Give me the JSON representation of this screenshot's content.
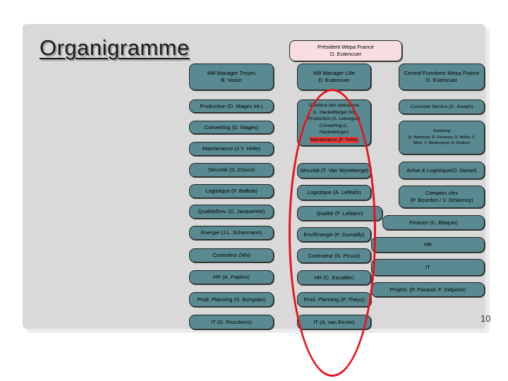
{
  "title": "Organigramme",
  "page_number": "10",
  "colors": {
    "box": "#5a8a91",
    "top_box": "#f8dee0",
    "oval": "#e8121d",
    "highlight": "#e53b3b"
  },
  "top": {
    "label": "Président Wepa France\nD. Eutencuer"
  },
  "left_column": {
    "header": "Mill Manager Troyes\nB. Voisin",
    "production": "Production (D. Mages Int.)",
    "converting": "Converting (D. Mages)",
    "maintenance": "Maintenance (J.Y. Helle)",
    "securite": "Sécurité (S. Choco)",
    "logistique": "Logistique (P. Baffola)",
    "qualite": "Qualité/Env. (C. Jacquemot)",
    "energie": "Energie (J.L. Schermann)",
    "controleur": "Controleur (NN)",
    "hr": "HR (A. Papliss)",
    "planning": "Prod. Planning (S. Bongrain)",
    "it": "IT (D. Pissckens)"
  },
  "middle_column": {
    "header": "Mill Manager Lille\nD. Eutencuer",
    "operations_text": "Directeur des opérations\n(L. Hackelbörger Int)\nProduction (A. Leburgue)\nConverting (L.\nHackelbörger)",
    "operations_highlight": "Maintenance (P. Tortin)",
    "securite": "Sécurité (T. Van Wyneberge)",
    "logistique": "Logistique (A. LeMahi)",
    "qualite": "Qualité (F. Leblanc)",
    "env_energie": "Env/Energie (P. Dumailly)",
    "controleur": "Controleur (N. Picout)",
    "hr": "HR (C. Escailler)",
    "planning": "Prod. Planning (P. Theys)",
    "it": "IT (A. van Eecke)"
  },
  "right_column": {
    "header": "Central Functions Wepa France\nD. Eutencuer",
    "customer_service": "Customer Service (D. Joseph)",
    "marketing": "Marketing\n(H. Barmeyer, R. Feuresus, N. Müller, S.\nMlich, J. Wiedemeyer, A. Khaiten)",
    "achat": "Achat & Logistique(D. Daniel)",
    "comptes": "Comptes clés\n(P. Bourdon / V. Delannoy)",
    "finance": "Finance (C. Blaquis)",
    "hr": "HR",
    "it": "IT",
    "projets": "Projets: (P. Pasaud; F. Delporte)"
  }
}
